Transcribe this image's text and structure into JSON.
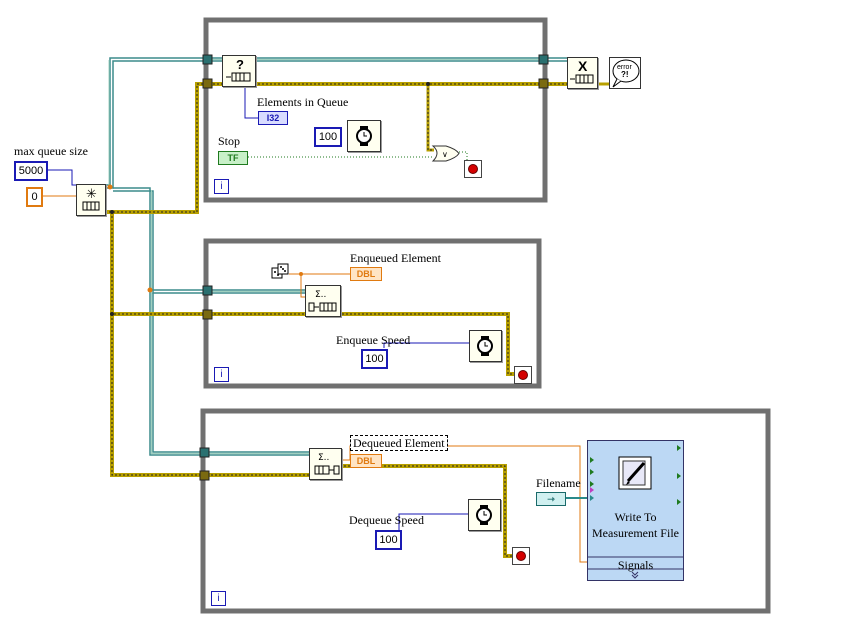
{
  "labels": {
    "max_queue_size": "max queue size",
    "elements_in_queue": "Elements in Queue",
    "stop": "Stop",
    "enqueued_element": "Enqueued Element",
    "enqueue_speed": "Enqueue Speed",
    "dequeued_element": "Dequeued Element",
    "dequeue_speed": "Dequeue Speed",
    "filename": "Filename"
  },
  "constants": {
    "max_queue_size": "5000",
    "zero": "0",
    "wait1": "100",
    "enqueue_speed": "100",
    "dequeue_speed": "100"
  },
  "terminals": {
    "i32": "I32",
    "tf": "TF",
    "dbl_enqueued": "DBL",
    "dbl_dequeued": "DBL"
  },
  "loop_iteration": [
    "i",
    "i",
    "i"
  ],
  "icons": {
    "obtain_queue": "?",
    "release_queue": "X",
    "error_bubble": "error ?!"
  },
  "express_vi": {
    "title": "Write To Measurement File",
    "input": "Signals"
  },
  "colors": {
    "loop_border": "#707070",
    "i32_wire": "#1a1ab4",
    "dbl_wire": "#e07a10",
    "queue_wire": "#1a6a6a",
    "error_wire": "#c8b400",
    "bool_wire": "#1f7a1f"
  }
}
